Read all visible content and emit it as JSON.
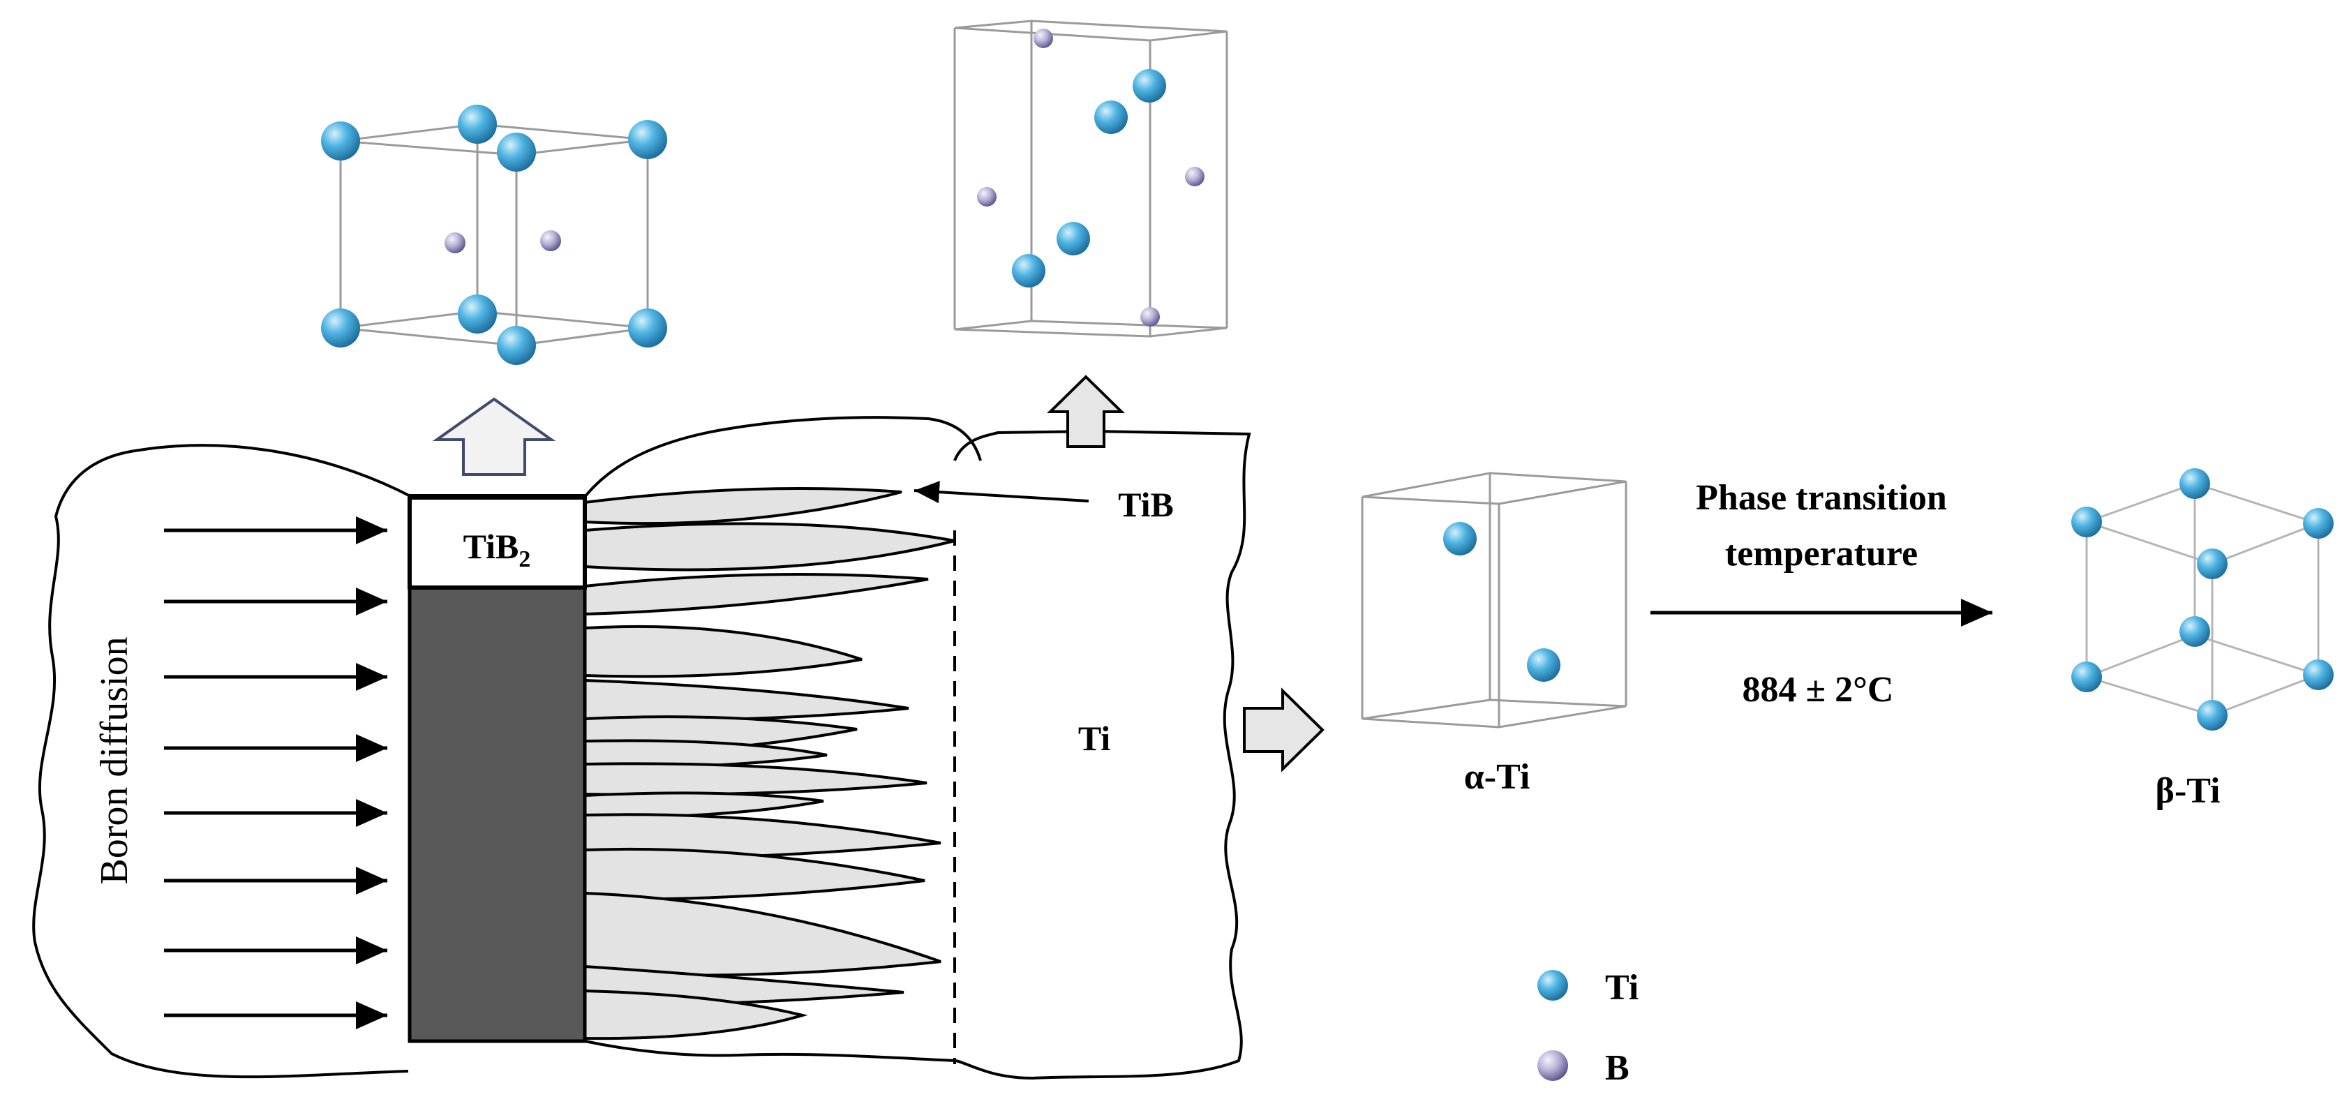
{
  "labels": {
    "tib2_main": "TiB",
    "tib2_sub": "2",
    "tib": "TiB",
    "ti_region": "Ti",
    "boron_diffusion": "Boron diffusion",
    "phase_line1": "Phase transition",
    "phase_line2": "temperature",
    "temperature": "884 ± 2°C",
    "alpha_ti": "α-Ti",
    "beta_ti": "β-Ti"
  },
  "legend": [
    {
      "atom": "Ti",
      "label": "Ti",
      "color": "#3aa6dc"
    },
    {
      "atom": "B",
      "label": "B",
      "color": "#b3add4"
    }
  ],
  "colors": {
    "ti_atom": "#3aa6dc",
    "b_atom": "#b3add4",
    "tib2_layer": "#595959",
    "tib_whisker": "#e3e3e3",
    "block_arrow_tib2": "#f2f2f2",
    "block_arrow_tib": "#e6e6e6"
  }
}
